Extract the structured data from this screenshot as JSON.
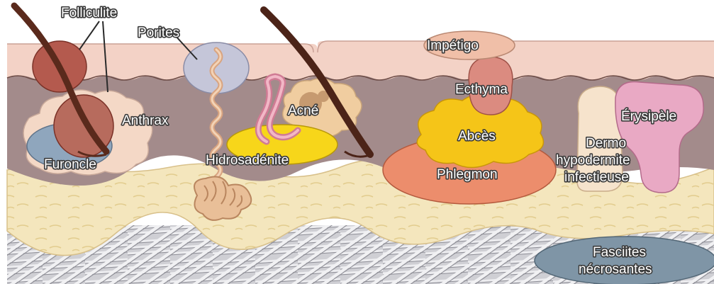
{
  "labels": {
    "folliculite": "Folliculite",
    "porites": "Porites",
    "impetigo": "Impétigo",
    "anthrax": "Anthrax",
    "furoncle": "Furoncle",
    "acne": "Acné",
    "hidrosadenite": "Hidrosadénite",
    "ecthyma": "Ecthyma",
    "abces": "Abcès",
    "phlegmon": "Phlegmon",
    "erysipele": "Érysipèle",
    "dermo1": "Dermo",
    "dermo2": "hypodermite",
    "dermo3": "infectieuse",
    "fasciites1": "Fasciites",
    "fasciites2": "nécrosantes"
  },
  "colors": {
    "epidermis": "#f3d2c6",
    "dermis": "#a58e8e",
    "hypodermis": "#f3e4b8",
    "fascia": "#c9c9cf",
    "hair": "#5a2a1c",
    "pus": "#f5c518",
    "phlegmon": "#ec8d6c",
    "erysipele": "#e9a9c4",
    "fasciite": "#7f95a6"
  }
}
